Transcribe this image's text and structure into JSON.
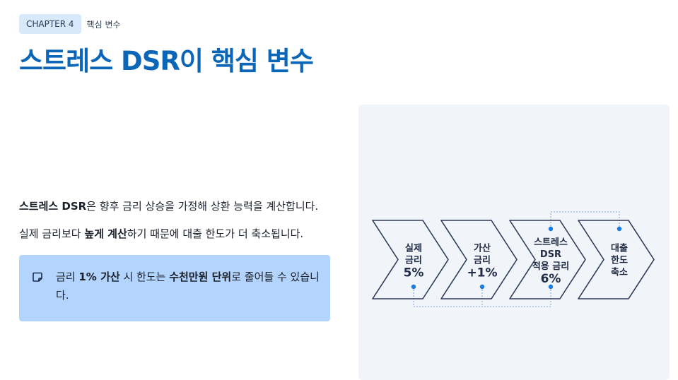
{
  "header": {
    "chapter_label": "CHAPTER 4",
    "chapter_subtitle": "핵심 변수",
    "title": "스트레스 DSR이 핵심 변수"
  },
  "body": {
    "p1": {
      "bold": "스트레스 DSR",
      "rest": "은 향후 금리 상승을 가정해 상환 능력을 계산합니다."
    },
    "p2": {
      "pre": "실제 금리보다 ",
      "bold": "높게 계산",
      "rest": "하기 때문에 대출 한도가 더 축소됩니다."
    }
  },
  "note": {
    "icon": "note-icon",
    "t1": "금리 ",
    "b1": "1% 가산",
    "t2": " 시 한도는 ",
    "b2": "수천만원 단위",
    "t3": "로 줄어들 수 있습니다."
  },
  "diagram": {
    "steps": [
      {
        "lines": [
          "실제",
          "금리",
          "5%"
        ]
      },
      {
        "lines": [
          "가산",
          "금리",
          "+1%"
        ]
      },
      {
        "lines": [
          "스트레스",
          "DSR",
          "적용 금리",
          "6%"
        ]
      },
      {
        "lines": [
          "대출",
          "한도",
          "축소"
        ]
      }
    ],
    "colors": {
      "stroke": "#2d3a5a",
      "text": "#1f2a44",
      "dot": "#1a7be0",
      "dash": "#7aa2d6"
    }
  }
}
